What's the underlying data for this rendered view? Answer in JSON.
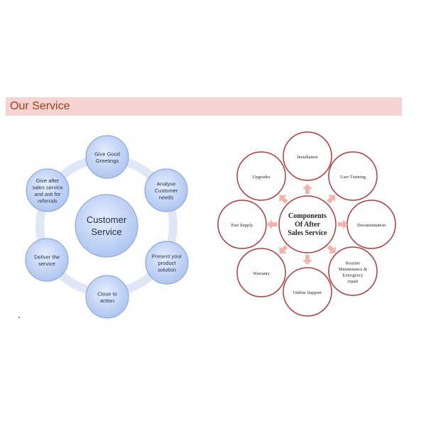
{
  "banner": {
    "title": "Our Service"
  },
  "customer_service_cycle": {
    "center_lines": [
      "Customer",
      "Service"
    ],
    "nodes": [
      {
        "lines": [
          "Give Good",
          "Greetings"
        ]
      },
      {
        "lines": [
          "Analyse",
          "Customer",
          "needs"
        ]
      },
      {
        "lines": [
          "Present your",
          "product",
          "solution"
        ]
      },
      {
        "lines": [
          "Close to",
          "action"
        ]
      },
      {
        "lines": [
          "Deliver the",
          "service"
        ]
      },
      {
        "lines": [
          "Give after",
          "sales service",
          "and ask for",
          "referrals"
        ]
      }
    ]
  },
  "after_sales": {
    "center_lines": [
      "Components",
      "Of After",
      "Sales Service"
    ],
    "nodes": [
      {
        "lines": [
          "Installation"
        ]
      },
      {
        "lines": [
          "User Training"
        ]
      },
      {
        "lines": [
          "Documentation"
        ]
      },
      {
        "lines": [
          "Routine",
          "Maintenance &",
          "Emergency",
          "repair"
        ]
      },
      {
        "lines": [
          "Online Support"
        ]
      },
      {
        "lines": [
          "Warranty"
        ]
      },
      {
        "lines": [
          "Part Supply"
        ]
      },
      {
        "lines": [
          "Upgrades"
        ]
      }
    ]
  },
  "colors": {
    "banner_bg": "#f6d3d3",
    "banner_text": "#a33b16",
    "blue_circle": "#b7cdf5",
    "blue_stroke": "#8fa9d8",
    "red_stroke": "#b23a3a",
    "arrow": "#f2b3ad"
  }
}
